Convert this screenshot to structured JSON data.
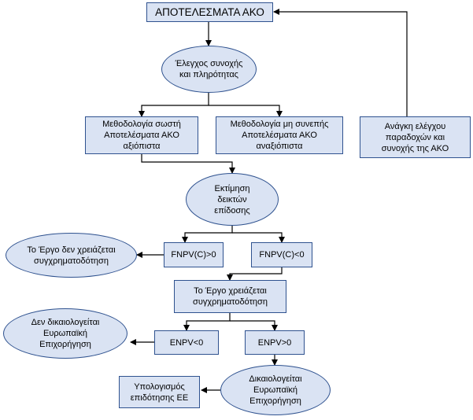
{
  "nodes": {
    "results": [
      "ΑΠΟΤΕΛΕΣΜΑΤΑ ΑΚΟ"
    ],
    "consistency_check": [
      "Έλεγχος συνοχής",
      "και πληρότητας"
    ],
    "method_correct": [
      "Μεθοδολογία σωστή",
      "Αποτελέσματα ΑΚΟ",
      "αξιόπιστα"
    ],
    "method_inconsistent": [
      "Μεθοδολογία μη συνεπής",
      "Αποτελέσματα ΑΚΟ",
      "αναξιόπιστα"
    ],
    "recheck_assumptions": [
      "Ανάγκη ελέγχου",
      "παραδοχών και",
      "συνοχής της ΑΚΟ"
    ],
    "estimate_indicators": [
      "Εκτίμηση",
      "δεικτών",
      "επίδοσης"
    ],
    "no_financing_needed": [
      "Το Έργο δεν χρειάζεται",
      "συγχρηματοδότηση"
    ],
    "fnpv_positive": [
      "FNPV(C)>0"
    ],
    "fnpv_negative": [
      "FNPV(C)<0"
    ],
    "needs_financing": [
      "Το Έργο χρειάζεται",
      "συγχρηματοδότηση"
    ],
    "not_justified": [
      "Δεν δικαιολογείται",
      "Ευρωπαϊκή",
      "Επιχορήγηση"
    ],
    "enpv_negative": [
      "ENPV<0"
    ],
    "enpv_positive": [
      "ENPV>0"
    ],
    "grant_calc": [
      "Υπολογισμός",
      "επιδότησης ΕΕ"
    ],
    "justified": [
      "Δικαιολογείται",
      "Ευρωπαϊκή",
      "Επιχορήγηση"
    ]
  },
  "colors": {
    "fill": "#dae3f3",
    "stroke": "#2f528f",
    "connector": "#000000"
  }
}
